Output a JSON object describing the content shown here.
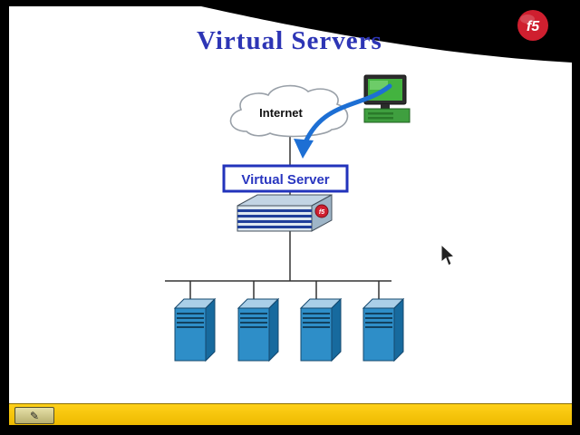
{
  "slide": {
    "title": "Virtual Servers",
    "labels": {
      "internet": "Internet",
      "virtual_server": "Virtual Server"
    }
  },
  "logo": {
    "text": "f5"
  },
  "footer": {
    "pen_icon": "✎"
  },
  "colors": {
    "title_blue": "#2d35b5",
    "arrow_blue": "#1d6fd4",
    "box_border_blue": "#2233bb",
    "server_front_blue": "#2e8ec8",
    "logo_red": "#cf1f2f",
    "screen_green": "#43b33f",
    "footer_yellow": "#edb900",
    "frame_black": "#000000"
  }
}
